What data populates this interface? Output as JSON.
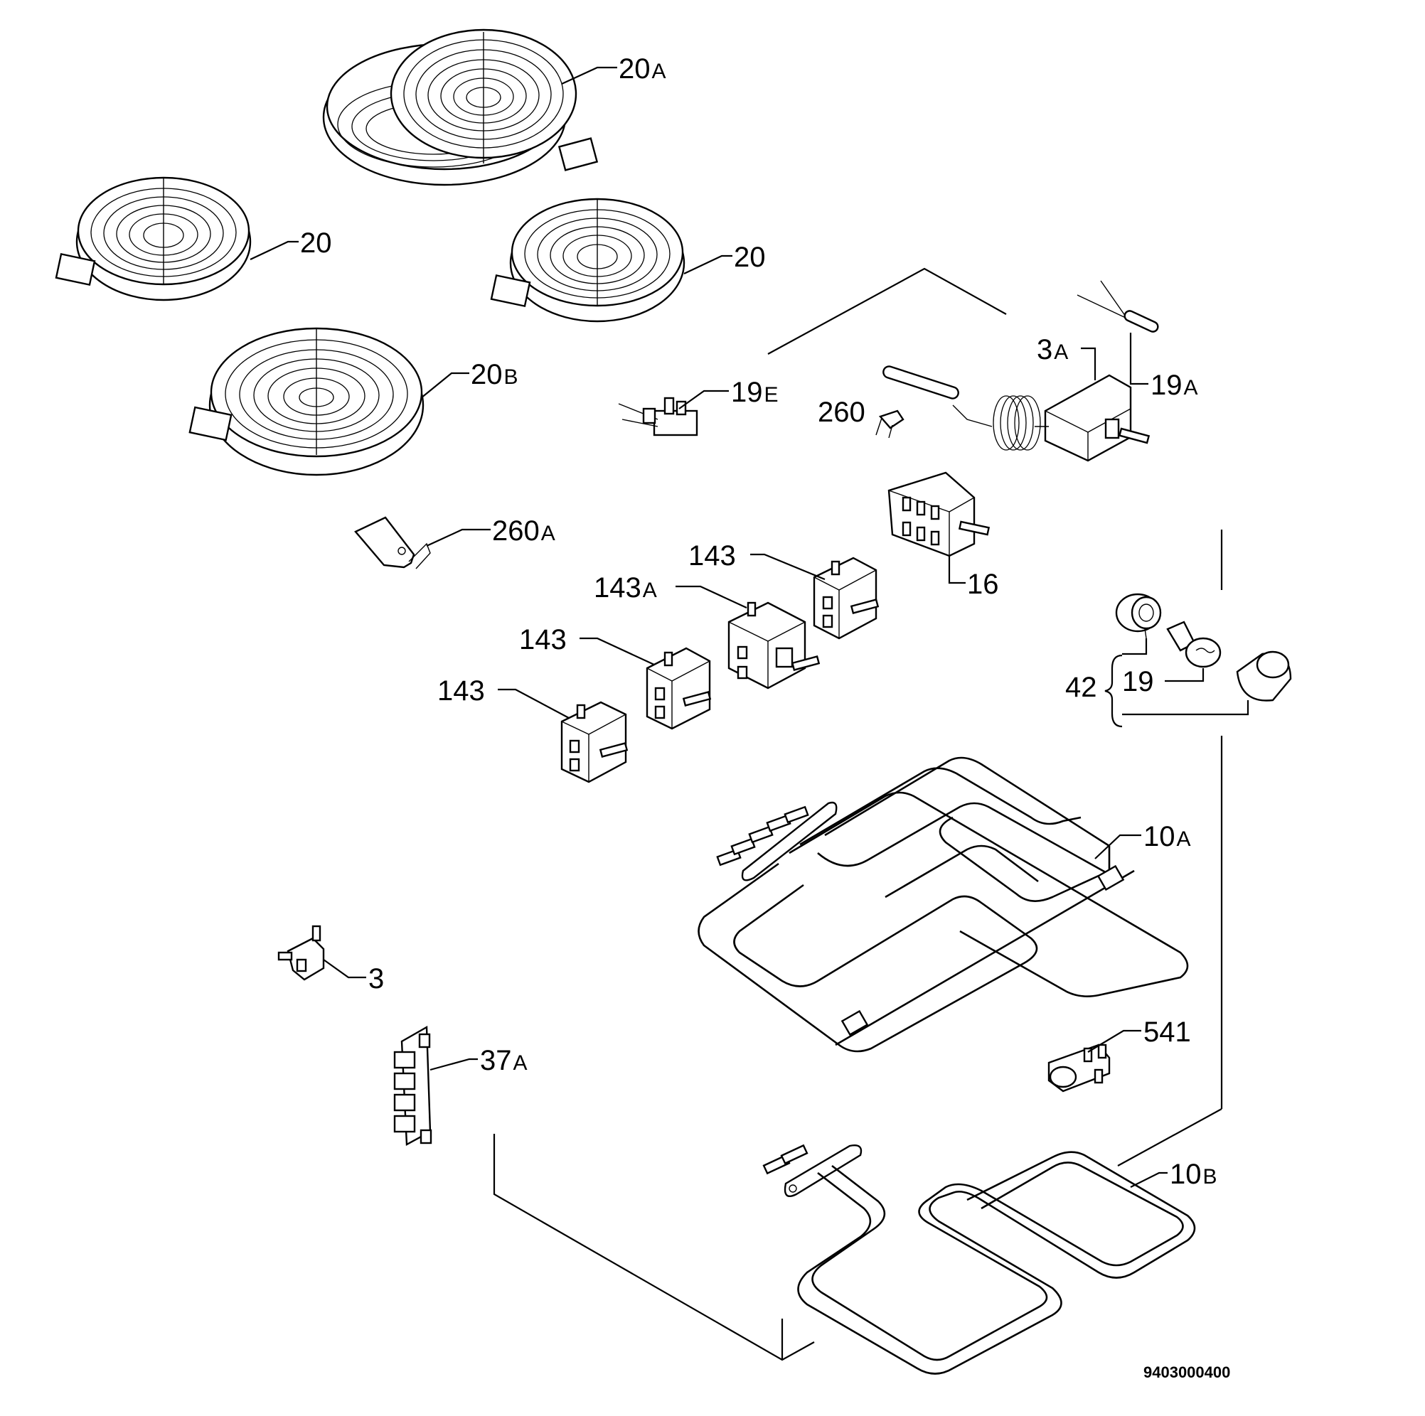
{
  "labels": {
    "zone_dual": {
      "num": "20",
      "suffix": "A"
    },
    "zone_left": {
      "num": "20",
      "suffix": ""
    },
    "zone_right": {
      "num": "20",
      "suffix": ""
    },
    "zone_large": {
      "num": "20",
      "suffix": "B"
    },
    "indicator_19e": {
      "num": "19",
      "suffix": "E"
    },
    "clip_260": {
      "num": "260",
      "suffix": ""
    },
    "thermostat_3a": {
      "num": "3",
      "suffix": "A"
    },
    "sensor_19a": {
      "num": "19",
      "suffix": "A"
    },
    "bracket_260a": {
      "num": "260",
      "suffix": "A"
    },
    "selector_16": {
      "num": "16",
      "suffix": ""
    },
    "regulator_143_top": {
      "num": "143",
      "suffix": ""
    },
    "regulator_143a": {
      "num": "143",
      "suffix": "A"
    },
    "regulator_143_mid": {
      "num": "143",
      "suffix": ""
    },
    "regulator_143_low": {
      "num": "143",
      "suffix": ""
    },
    "lamp_set_42": {
      "num": "42",
      "suffix": ""
    },
    "lamp_19": {
      "num": "19",
      "suffix": ""
    },
    "grill_10a": {
      "num": "10",
      "suffix": "A"
    },
    "switch_3": {
      "num": "3",
      "suffix": ""
    },
    "terminal_37a": {
      "num": "37",
      "suffix": "A"
    },
    "connector_541": {
      "num": "541",
      "suffix": ""
    },
    "heater_10b": {
      "num": "10",
      "suffix": "B"
    }
  },
  "drawing_code": "9403000400",
  "colors": {
    "ink": "#000000",
    "paper": "#ffffff"
  }
}
